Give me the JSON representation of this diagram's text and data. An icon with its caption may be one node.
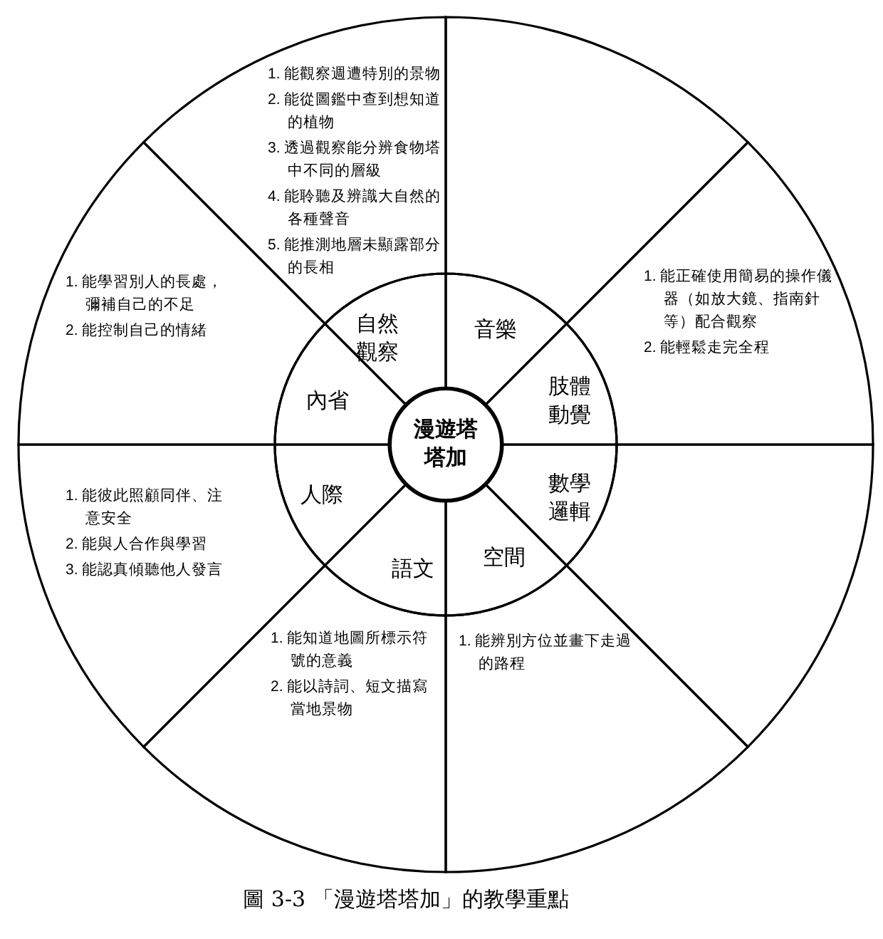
{
  "diagram": {
    "caption": "圖 3-3 「漫遊塔塔加」的教學重點",
    "nodes": [
      {
        "text": [
          "漫遊塔塔加"
        ]
      },
      {
        "text": [
          "自然觀察"
        ]
      },
      {
        "text": [
          "音樂"
        ]
      },
      {
        "text": [
          "肢體動覺"
        ]
      },
      {
        "text": [
          "數學邏輯"
        ]
      },
      {
        "text": [
          "空間"
        ]
      },
      {
        "text": [
          "語文"
        ]
      },
      {
        "text": [
          "人際"
        ]
      },
      {
        "text": [
          "內省"
        ]
      },
      {
        "text": [
          "1. 能觀察週遭特別的景物",
          "2. 能從圖鑑中查到想知道的植物",
          "3. 透過觀察能分辨食物塔中不同的層級",
          "4. 能聆聽及辨識大自然的各種聲音",
          "5. 能推測地層未顯露部分的長相"
        ]
      },
      {
        "text": [],
        "shape": "sector"
      },
      {
        "text": [
          "1. 能正確使用簡易的操作儀器（如放大鏡、指南針等）配合觀察",
          "2. 能輕鬆走完全程"
        ]
      },
      {
        "text": [],
        "shape": "sector"
      },
      {
        "text": [
          "1. 能辨別方位並畫下走過的路程"
        ]
      },
      {
        "text": [
          "1. 能知道地圖所標示符號的意義",
          "2. 能以詩詞、短文描寫當地景物"
        ]
      },
      {
        "text": [
          "1. 能彼此照顧同伴、注意安全",
          "2. 能與人合作與學習",
          "3. 能認真傾聽他人發言"
        ]
      },
      {
        "text": [
          "1. 能學習別人的長處，彌補自己的不足",
          "2. 能控制自己的情緒"
        ]
      }
    ]
  }
}
